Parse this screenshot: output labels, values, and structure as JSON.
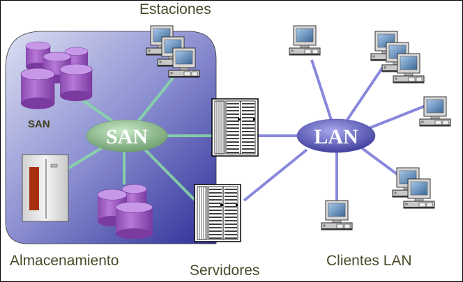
{
  "diagram": {
    "labels": {
      "stations": "Estaciones",
      "storage": "Almacenamiento",
      "servers": "Servidores",
      "lan_clients": "Clientes LAN",
      "san_small": "SAN"
    },
    "hubs": {
      "san": "SAN",
      "lan": "LAN"
    },
    "colors": {
      "san_link": "#88d8a8",
      "lan_link": "#8888dd",
      "san_hub": "#8fbf8f",
      "lan_hub": "#5a5ab8",
      "disk": "#a060c8",
      "region_start": "#d8dcf0",
      "region_end": "#3a3aa0",
      "label_text": "#4a4a2a"
    },
    "nodes": [
      {
        "id": "disk-group-top",
        "type": "disk-array"
      },
      {
        "id": "disk-group-bottom",
        "type": "disk-array"
      },
      {
        "id": "storage-cabinet",
        "type": "storage"
      },
      {
        "id": "workstations",
        "type": "pc-stack"
      },
      {
        "id": "server-1",
        "type": "server"
      },
      {
        "id": "server-2",
        "type": "server"
      },
      {
        "id": "lan-client-1",
        "type": "pc"
      },
      {
        "id": "lan-client-group-1",
        "type": "pc-stack"
      },
      {
        "id": "lan-client-2",
        "type": "pc"
      },
      {
        "id": "lan-client-group-2",
        "type": "pc-stack"
      },
      {
        "id": "lan-client-3",
        "type": "pc"
      }
    ]
  }
}
